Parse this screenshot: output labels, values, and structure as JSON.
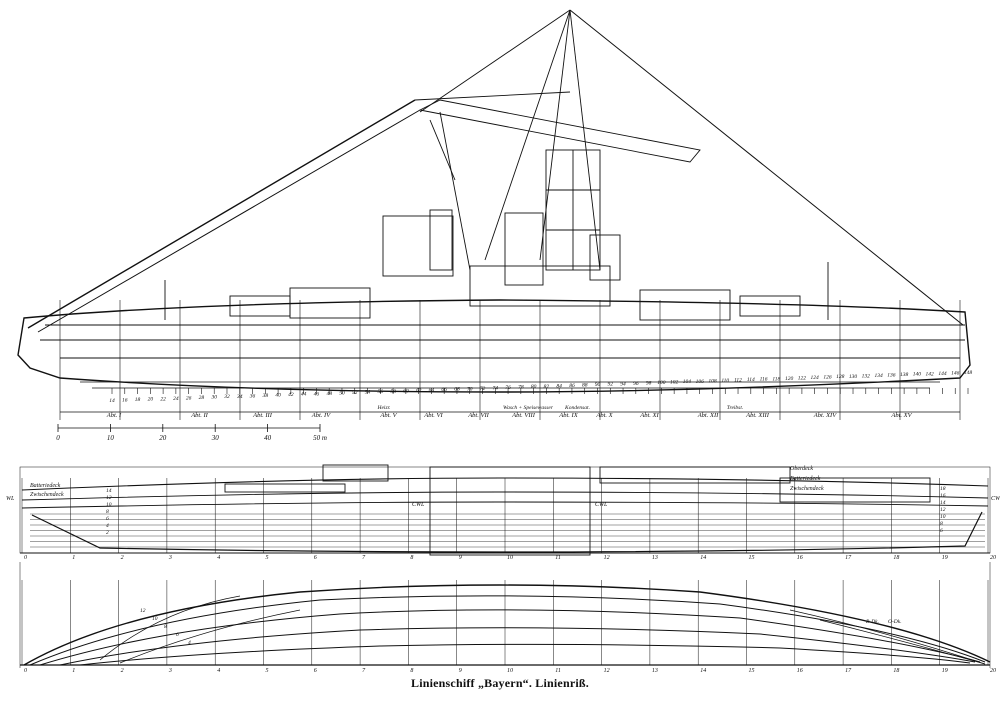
{
  "caption": "Linienschiff „Bayern“. Linienriß.",
  "ink_color": "#111111",
  "paper_color": "#ffffff",
  "profile": {
    "frame_numbers": [
      "14",
      "16",
      "18",
      "20",
      "22",
      "24",
      "26",
      "28",
      "30",
      "32",
      "34",
      "36",
      "38",
      "40",
      "42",
      "44",
      "46",
      "48",
      "50",
      "52",
      "54",
      "56",
      "58",
      "60",
      "62",
      "64",
      "66",
      "68",
      "70",
      "72",
      "74",
      "76",
      "78",
      "80",
      "82",
      "84",
      "86",
      "88",
      "90",
      "92",
      "94",
      "96",
      "98",
      "100",
      "102",
      "104",
      "106",
      "108",
      "110",
      "112",
      "114",
      "116",
      "118",
      "120",
      "122",
      "124",
      "126",
      "128",
      "130",
      "132",
      "134",
      "136",
      "138",
      "140",
      "142",
      "144",
      "146",
      "148"
    ],
    "compartments": [
      {
        "label": "Abt. I",
        "pos": 0.06
      },
      {
        "label": "Abt. II",
        "pos": 0.155
      },
      {
        "label": "Abt. III",
        "pos": 0.225
      },
      {
        "label": "Abt. IV",
        "pos": 0.29
      },
      {
        "label": "Abt. V",
        "pos": 0.365
      },
      {
        "label": "Abt. VI",
        "pos": 0.415
      },
      {
        "label": "Abt. VII",
        "pos": 0.465
      },
      {
        "label": "Abt. VIII",
        "pos": 0.515
      },
      {
        "label": "Abt. IX",
        "pos": 0.565
      },
      {
        "label": "Abt. X",
        "pos": 0.605
      },
      {
        "label": "Abt. XI",
        "pos": 0.655
      },
      {
        "label": "Abt. XII",
        "pos": 0.72
      },
      {
        "label": "Abt. XIII",
        "pos": 0.775
      },
      {
        "label": "Abt. XIV",
        "pos": 0.85
      },
      {
        "label": "Abt. XV",
        "pos": 0.935
      }
    ],
    "room_labels": [
      {
        "label": "Heizr.",
        "pos": 0.36
      },
      {
        "label": "Wasch + Speisewasser",
        "pos": 0.52
      },
      {
        "label": "Kondensat.",
        "pos": 0.575
      },
      {
        "label": "Treibst.",
        "pos": 0.75
      }
    ],
    "scale_ticks": [
      "0",
      "10",
      "20",
      "30",
      "40",
      "50 m"
    ]
  },
  "sheer": {
    "deck_labels_left": [
      "Batteriedeck",
      "Zwischendeck"
    ],
    "deck_labels_right": [
      "Oberdeck",
      "Batteriedeck",
      "Zwischendeck"
    ],
    "waterline_left": "WL",
    "waterline_right": "CWL",
    "waterline_mid_left": "CWL",
    "waterline_mid_right": "CWL",
    "station_numbers": [
      "0",
      "1",
      "2",
      "3",
      "4",
      "5",
      "6",
      "7",
      "8",
      "9",
      "10",
      "11",
      "12",
      "13",
      "14",
      "15",
      "16",
      "17",
      "18",
      "19",
      "20"
    ],
    "left_level_numbers": [
      "14",
      "12",
      "10",
      "8",
      "6",
      "4",
      "2"
    ],
    "right_level_numbers": [
      "18",
      "16",
      "14",
      "12",
      "10",
      "8",
      "6"
    ]
  },
  "half_breadth": {
    "station_numbers": [
      "0",
      "1",
      "2",
      "3",
      "4",
      "5",
      "6",
      "7",
      "8",
      "9",
      "10",
      "11",
      "12",
      "13",
      "14",
      "15",
      "16",
      "17",
      "18",
      "19",
      "20"
    ],
    "line_labels": [
      "12",
      "10",
      "8",
      "6",
      "4"
    ],
    "deck_labels": [
      "B-Dk.",
      "O-Dk."
    ]
  }
}
